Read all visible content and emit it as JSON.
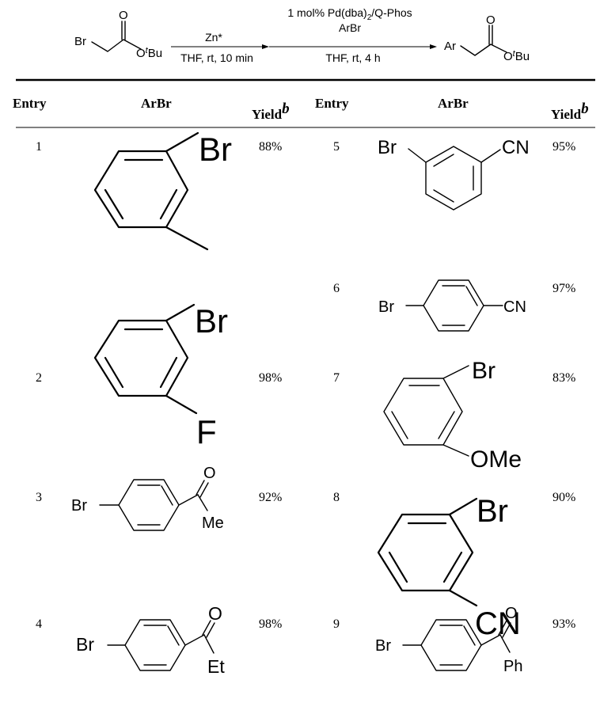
{
  "scheme": {
    "reactant_br": "Br",
    "reactant_o": "O",
    "reactant_otbu_o": "O",
    "reactant_otbu_t": "t",
    "reactant_otbu_bu": "Bu",
    "step1_above": "Zn*",
    "step1_below": "THF, rt, 10 min",
    "step2_above_1": "1 mol% Pd(dba)",
    "step2_above_sub": "2",
    "step2_above_2": "/Q-Phos",
    "step2_above_line2": "ArBr",
    "step2_below": "THF, rt, 4 h",
    "product_ar": "Ar",
    "product_o": "O",
    "product_otbu_o": "O",
    "product_otbu_t": "t",
    "product_otbu_bu": "Bu"
  },
  "table": {
    "headers": {
      "entry": "Entry",
      "arbr": "ArBr",
      "yield": "Yield",
      "yield_sup": "b"
    },
    "rows": [
      {
        "entry": "1",
        "yield": "88%",
        "labels": {
          "br": "Br"
        }
      },
      {
        "entry": "2",
        "yield": "98%",
        "labels": {
          "br": "Br",
          "sub": "F"
        }
      },
      {
        "entry": "3",
        "yield": "92%",
        "labels": {
          "br": "Br",
          "o": "O",
          "r": "Me"
        }
      },
      {
        "entry": "4",
        "yield": "98%",
        "labels": {
          "br": "Br",
          "o": "O",
          "r": "Et"
        }
      },
      {
        "entry": "5",
        "yield": "95%",
        "labels": {
          "br": "Br",
          "sub": "CN"
        }
      },
      {
        "entry": "6",
        "yield": "97%",
        "labels": {
          "br": "Br",
          "sub": "CN"
        }
      },
      {
        "entry": "7",
        "yield": "83%",
        "labels": {
          "br": "Br",
          "sub": "OMe"
        }
      },
      {
        "entry": "8",
        "yield": "90%",
        "labels": {
          "br": "Br",
          "sub": "CN"
        }
      },
      {
        "entry": "9",
        "yield": "93%",
        "labels": {
          "br": "Br",
          "o": "O",
          "r": "Ph"
        }
      }
    ]
  }
}
